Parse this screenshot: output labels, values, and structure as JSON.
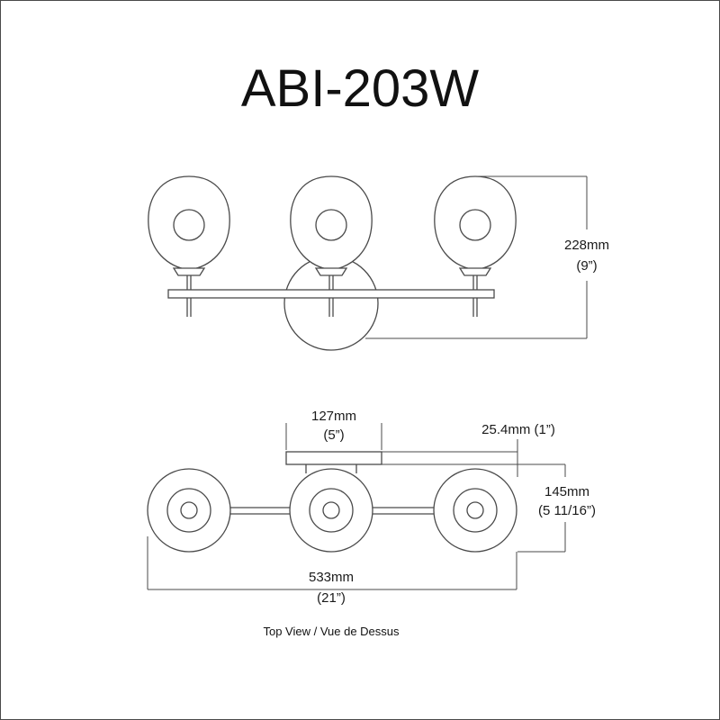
{
  "title": "ABI-203W",
  "front_view": {
    "height_mm": "228mm",
    "height_in": "(9”)"
  },
  "top_view": {
    "backplate_width_mm": "127mm",
    "backplate_width_in": "(5”)",
    "backplate_depth": "25.4mm (1”)",
    "extension_mm": "145mm",
    "extension_in": "(5 11/16”)",
    "total_width_mm": "533mm",
    "total_width_in": "(21”)",
    "caption": "Top View / Vue de Dessus"
  }
}
